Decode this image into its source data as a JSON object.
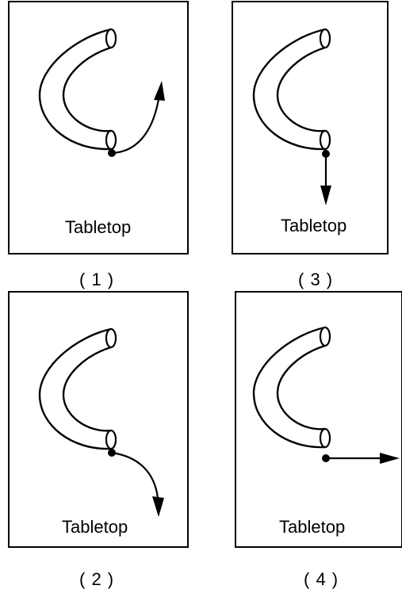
{
  "panels": [
    {
      "id": "1",
      "label": "Tabletop",
      "caption": "( 1 )",
      "path_description": "curved-up-right"
    },
    {
      "id": "3",
      "label": "Tabletop",
      "caption": "( 3 )",
      "path_description": "straight-down"
    },
    {
      "id": "2",
      "label": "Tabletop",
      "caption": "( 2 )",
      "path_description": "curved-down-right"
    },
    {
      "id": "4",
      "label": "Tabletop",
      "caption": "( 4 )",
      "path_description": "straight-right"
    }
  ],
  "colors": {
    "ink": "#000000",
    "background": "#ffffff"
  },
  "icons": {
    "tube": "curved-tube-icon",
    "ball": "ball-icon",
    "arrow": "arrow-icon"
  }
}
